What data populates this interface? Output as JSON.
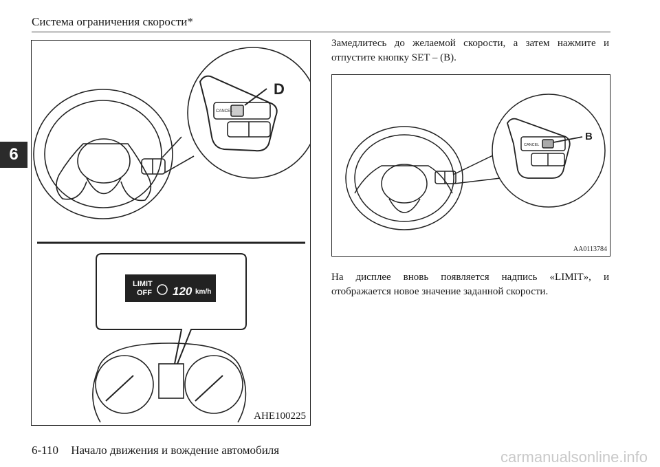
{
  "header": {
    "title": "Система ограничения скорости*"
  },
  "chapter_tab": "6",
  "figure_left": {
    "code": "AHE100225",
    "callout_letter": "D",
    "button_cancel": "CANCEL",
    "display": {
      "limit": "LIMIT",
      "off": "OFF",
      "speed": "120",
      "unit": "km/h"
    }
  },
  "paragraph_1": "Замедлитесь до желаемой скорости, а затем нажмите и отпустите кнопку SET – (B).",
  "figure_right": {
    "code": "AA0113784",
    "callout_letter": "B",
    "button_cancel": "CANCEL"
  },
  "paragraph_2": "На дисплее вновь появляется надпись «LIMIT», и отображается новое значение заданной скорости.",
  "footer": {
    "page_number": "6-110",
    "section": "Начало движения и вождение автомобиля"
  },
  "watermark": "carmanualsonline.info",
  "colors": {
    "ink": "#1a1a1a",
    "panel": "#2b2b2b",
    "display_bg": "#222222",
    "watermark": "#c9c9c9"
  }
}
